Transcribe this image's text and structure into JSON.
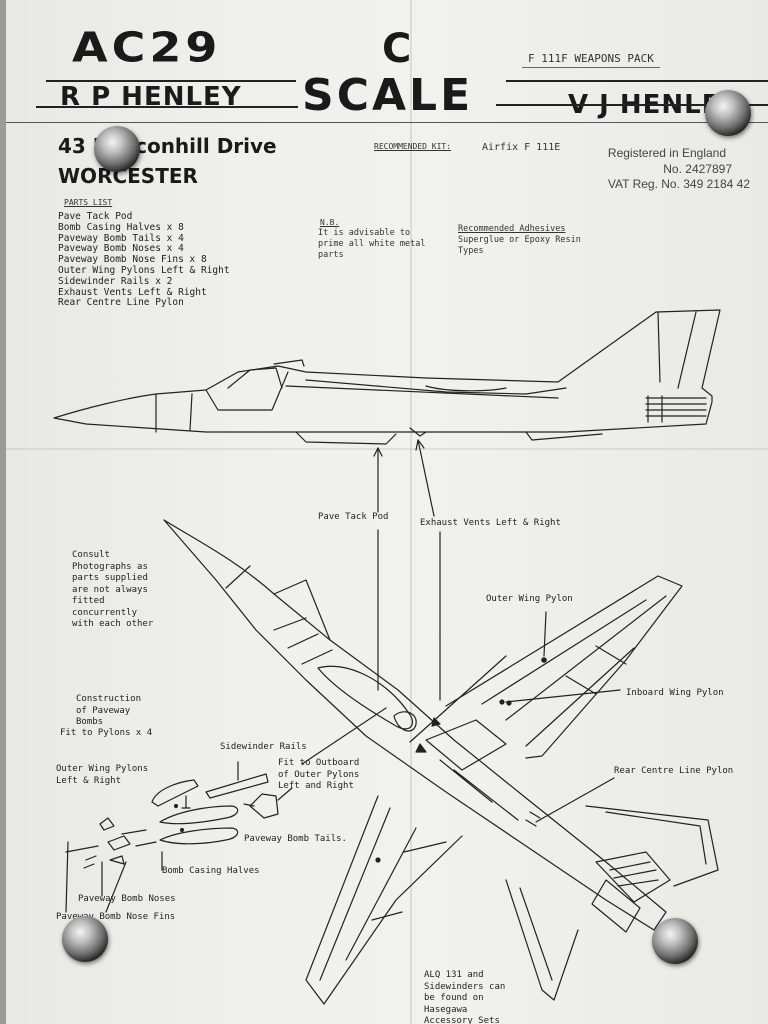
{
  "header": {
    "brand": "AC29",
    "title_c": "C",
    "title_scale": "SCALE",
    "name_left": "R P HENLEY",
    "name_right": "V J HENLEY",
    "pack": "F 111F  WEAPONS PACK"
  },
  "address": {
    "line1": "43 Beaconhill Drive",
    "line2": "WORCESTER"
  },
  "kit": {
    "label": "RECOMMENDED KIT:",
    "value": "Airfix F 111E"
  },
  "registration": {
    "line1": "Registered in England",
    "line2": "No. 2427897",
    "line3": "VAT Reg. No. 349 2184 42"
  },
  "parts": {
    "title": "PARTS LIST",
    "items": [
      "Pave Tack Pod",
      "Bomb Casing Halves  x  8",
      "Paveway Bomb Tails x  4",
      "Paveway Bomb Noses  x  4",
      "Paveway Bomb Nose Fins  x 8",
      "Outer  Wing Pylons Left & Right",
      "Sidewinder Rails  x 2",
      "Exhaust Vents Left & Right",
      "Rear Centre Line Pylon"
    ]
  },
  "nb": {
    "title": "N.B.",
    "text": "It is advisable to prime all white metal parts"
  },
  "adhesives": {
    "title": "Recommended Adhesives",
    "text": "Superglue or Epoxy Resin Types"
  },
  "labels": {
    "pave_tack": "Pave Tack Pod",
    "exhaust_vents": "Exhaust Vents Left & Right",
    "consult": "Consult Photographs as parts supplied are not always fitted concurrently with each other",
    "outer_wing_pylon": "Outer Wing Pylon",
    "inboard_wing_pylon": "Inboard Wing Pylon",
    "construction": "Construction of Paveway Bombs",
    "fit_to_pylons": "Fit to Pylons  x 4",
    "sidewinder_rails": "Sidewinder Rails",
    "outer_wing_pylons_lr": "Outer  Wing Pylons Left & Right",
    "fit_to_outboard": "Fit to Outboard of Outer Pylons Left and Right",
    "rear_centre_line_pylon": "Rear Centre Line Pylon",
    "paveway_tails": "Paveway Bomb Tails.",
    "bomb_casing": "Bomb Casing Halves",
    "paveway_noses": "Paveway Bomb Noses",
    "paveway_nose_fins": "Paveway Bomb Nose Fins",
    "alq": "ALQ 131 and Sidewinders can be found on Hasegawa Accessory Sets"
  }
}
